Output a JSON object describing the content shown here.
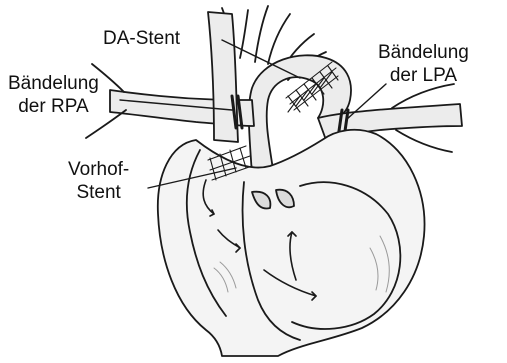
{
  "labels": {
    "da_stent": "DA-Stent",
    "lpa_line1": "Bändelung",
    "lpa_line2": "der LPA",
    "rpa_line1": "Bändelung",
    "rpa_line2": "der RPA",
    "vorhof_line1": "Vorhof-",
    "vorhof_line2": "Stent"
  },
  "colors": {
    "line": "#1a1a1a",
    "vessel_fill": "#e6e6e6",
    "heart_fill": "#f2f2f2",
    "shade": "#9a9a9a"
  }
}
